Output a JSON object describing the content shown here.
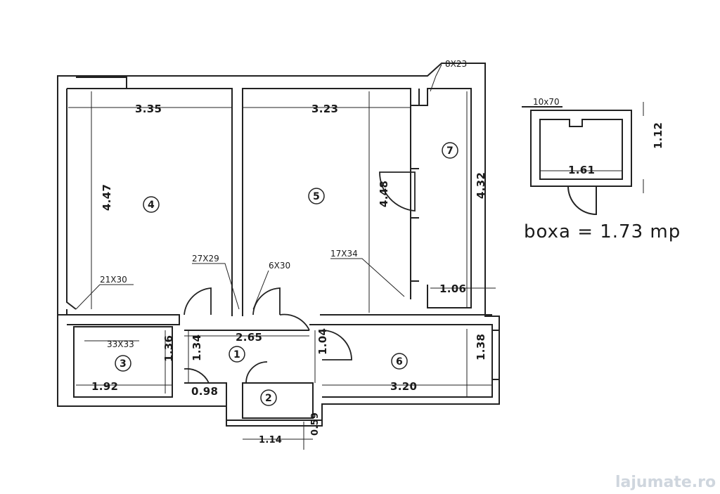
{
  "rooms": [
    {
      "id": "1",
      "label": "1"
    },
    {
      "id": "2",
      "label": "2"
    },
    {
      "id": "3",
      "label": "3"
    },
    {
      "id": "4",
      "label": "4"
    },
    {
      "id": "5",
      "label": "5"
    },
    {
      "id": "6",
      "label": "6"
    },
    {
      "id": "7",
      "label": "7"
    }
  ],
  "dimensions": {
    "room4_width": "3.35",
    "room4_height": "4.47",
    "room5_width": "3.23",
    "room5_height": "4.48",
    "room7_height": "4.32",
    "room7_width": "1.06",
    "hall_width": "2.65",
    "hall_height": "1.34",
    "hall_door": "1.04",
    "hall_small": "0.98",
    "room3_width": "1.92",
    "room3_height": "1.36",
    "room6_width": "3.20",
    "room6_height": "1.38",
    "room2_width": "1.14",
    "room2_height": "0.59",
    "boxa_width": "1.61",
    "boxa_height": "1.12"
  },
  "openings": {
    "o_8x23": "8X23",
    "o_27x29": "27X29",
    "o_6x30": "6X30",
    "o_17x34": "17X34",
    "o_21x30": "21X30",
    "o_33x33": "33X33",
    "o_10x70": "10x70"
  },
  "boxa_area": "boxa = 1.73 mp",
  "watermark": "lajumate.ro"
}
